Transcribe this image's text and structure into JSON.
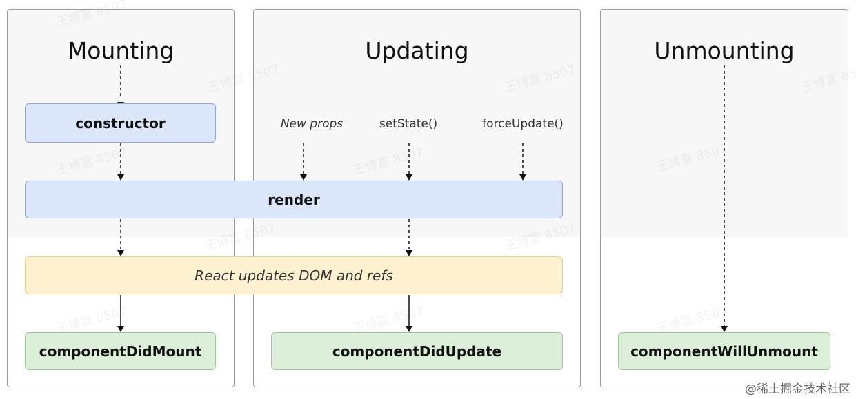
{
  "columns": {
    "mounting": {
      "title": "Mounting"
    },
    "updating": {
      "title": "Updating"
    },
    "unmounting": {
      "title": "Unmounting"
    }
  },
  "boxes": {
    "constructor": "constructor",
    "render": "render",
    "react_updates": "React updates DOM and refs",
    "component_did_mount": "componentDidMount",
    "component_did_update": "componentDidUpdate",
    "component_will_unmount": "componentWillUnmount"
  },
  "triggers": {
    "new_props": "New props",
    "set_state": "setState()",
    "force_update": "forceUpdate()"
  },
  "watermark": "王博富 8507",
  "credit": "@稀土掘金技术社区"
}
